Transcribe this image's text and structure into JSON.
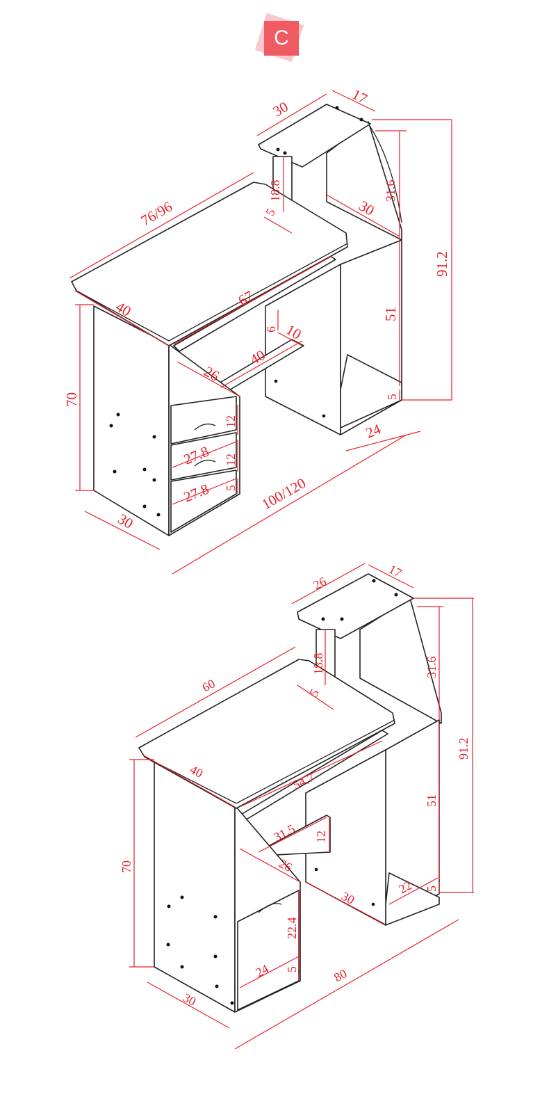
{
  "badge": {
    "letter": "C",
    "color": "#f05a62"
  },
  "colors": {
    "dimension": "#e8202a",
    "outline": "#222222"
  },
  "desk_large": {
    "top_width": "76/96",
    "top_depth": "40",
    "keyboard_width": "67",
    "keyboard_gap": "6",
    "keyboard_tray_depth": "10",
    "tray_width": "40",
    "drawer_depth": "26",
    "drawer_height_1": "12",
    "drawer_width_1": "27.8",
    "drawer_height_2": "12",
    "drawer_width_2": "27.8",
    "plinth": "5",
    "height": "70",
    "side_depth": "30",
    "total_width": "100/120",
    "hutch_width": "30",
    "hutch_depth": "17",
    "riser_height": "18.8",
    "riser_width": "5",
    "shelf_depth": "30",
    "hutch_height": "31.6",
    "total_height": "91.2",
    "tower_height": "51",
    "tower_plinth": "5",
    "tower_width": "24"
  },
  "desk_small": {
    "top_width": "60",
    "top_depth": "40",
    "keyboard_width": "54.7",
    "tray_width": "31.5",
    "tray_height": "12",
    "drawer_depth": "26",
    "tower_depth": "30",
    "drawer_height": "22.4",
    "drawer_width": "24",
    "plinth": "5",
    "height": "70",
    "side_depth": "30",
    "total_width": "80",
    "hutch_width": "26",
    "hutch_depth": "17",
    "riser_height": "18.8",
    "riser_width": "5",
    "hutch_height": "31.6",
    "total_height": "91.2",
    "tower_height": "51",
    "tower_width": "22",
    "tower_plinth": "5"
  }
}
